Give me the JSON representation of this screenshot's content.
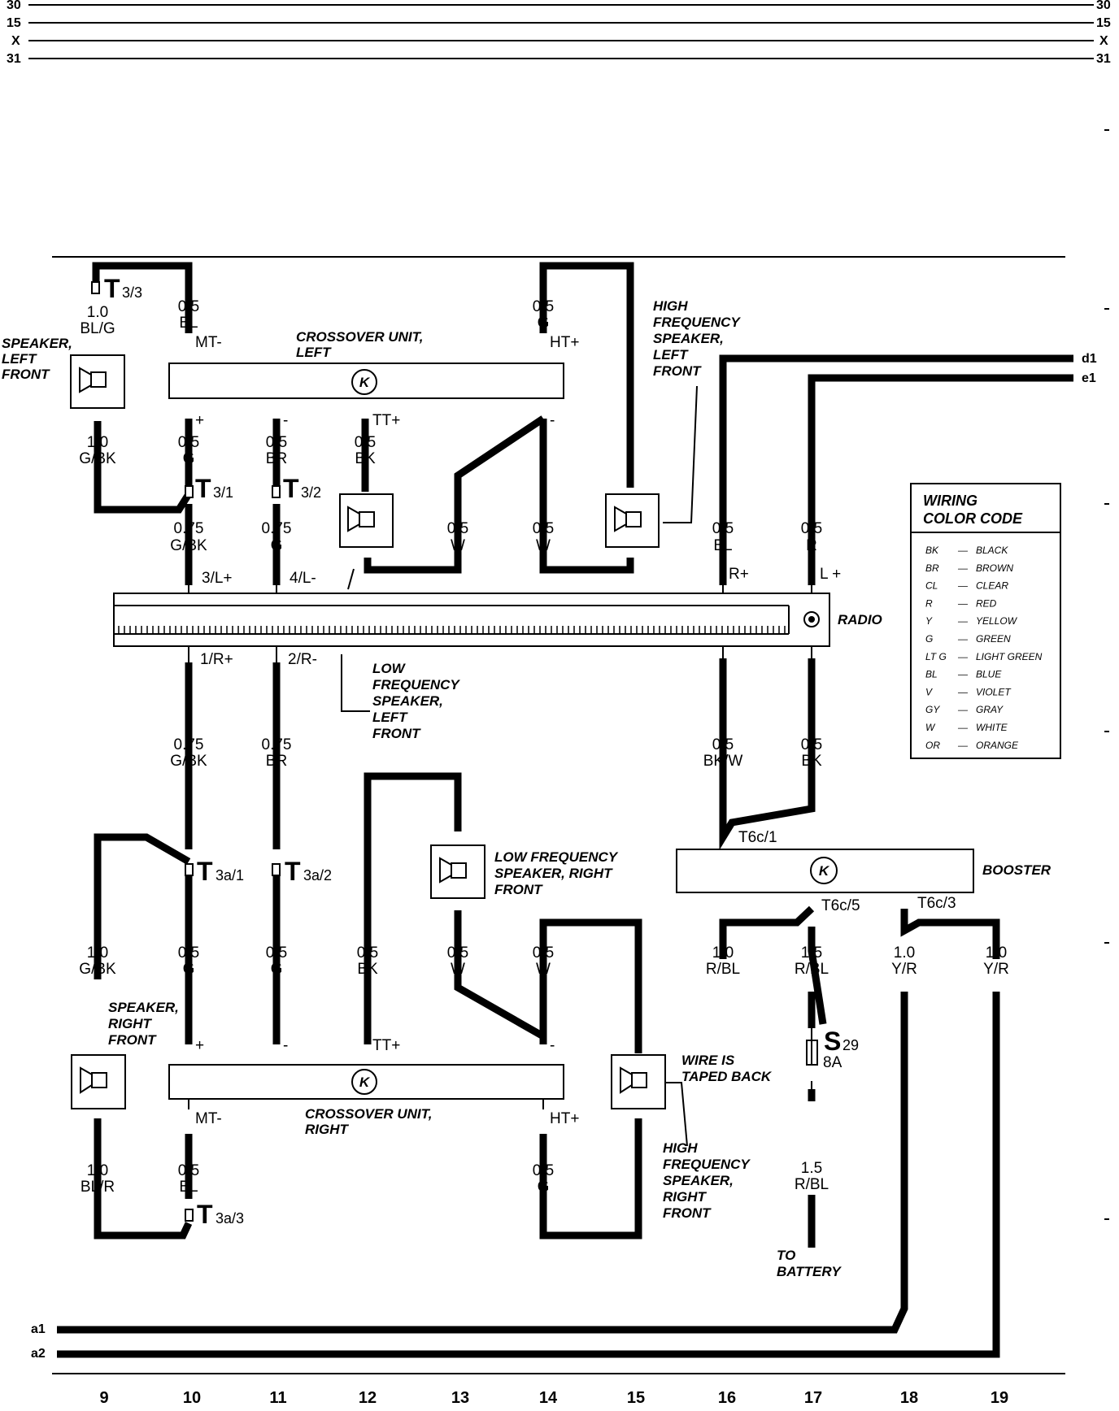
{
  "rails": [
    {
      "left": "30",
      "right": "30"
    },
    {
      "left": "15",
      "right": "15"
    },
    {
      "left": "X",
      "right": "X"
    },
    {
      "left": "31",
      "right": "31"
    }
  ],
  "columns": [
    "9",
    "10",
    "11",
    "12",
    "13",
    "14",
    "15",
    "16",
    "17",
    "18",
    "19"
  ],
  "offpage": {
    "d1": "d1",
    "e1": "e1",
    "a1": "a1",
    "a2": "a2"
  },
  "components": {
    "crossover_left": [
      "CROSSOVER UNIT,",
      "LEFT"
    ],
    "crossover_right": [
      "CROSSOVER UNIT,",
      "RIGHT"
    ],
    "speaker_left_front": [
      "SPEAKER,",
      "LEFT",
      "FRONT"
    ],
    "speaker_right_front": [
      "SPEAKER,",
      "RIGHT",
      "FRONT"
    ],
    "hf_left": [
      "HIGH",
      "FREQUENCY",
      "SPEAKER,",
      "LEFT",
      "FRONT"
    ],
    "hf_right": [
      "HIGH",
      "FREQUENCY",
      "SPEAKER,",
      "RIGHT",
      "FRONT"
    ],
    "lf_left": [
      "LOW",
      "FREQUENCY",
      "SPEAKER,",
      "LEFT",
      "FRONT"
    ],
    "lf_right": [
      "LOW FREQUENCY",
      "SPEAKER, RIGHT",
      "FRONT"
    ],
    "radio": "RADIO",
    "booster": "BOOSTER",
    "wire_taped": [
      "WIRE IS",
      "TAPED BACK"
    ],
    "to_battery": [
      "TO",
      "BATTERY"
    ],
    "crossover_symbol": "K"
  },
  "connectors": {
    "t33": {
      "main": "T",
      "sub": "3/3"
    },
    "t31": {
      "main": "T",
      "sub": "3/1"
    },
    "t32": {
      "main": "T",
      "sub": "3/2"
    },
    "t3a1": {
      "main": "T",
      "sub": "3a/1"
    },
    "t3a2": {
      "main": "T",
      "sub": "3a/2"
    },
    "t3a3": {
      "main": "T",
      "sub": "3a/3"
    },
    "t6c1": "T6c/1",
    "t6c5": "T6c/5",
    "t6c3": "T6c/3",
    "fuse": {
      "main": "S",
      "sub": "29",
      "rating": "8A"
    }
  },
  "pins": {
    "mt_left": "MT-",
    "ht_left": "HT+",
    "plus_left": "+",
    "minus_left": "-",
    "tt_left": "TT+",
    "minus_left2": "-",
    "mt_right": "MT-",
    "ht_right": "HT+",
    "plus_right": "+",
    "minus_right": "-",
    "tt_right": "TT+",
    "minus_right2": "-",
    "radio_3l": "3/L+",
    "radio_4l": "4/L-",
    "radio_1r": "1/R+",
    "radio_2r": "2/R-",
    "radio_r": "R+",
    "radio_l": "L +"
  },
  "wires": {
    "w1": [
      "1.0",
      "BL/G"
    ],
    "w2": [
      "0.5",
      "BL"
    ],
    "w3": [
      "0.5",
      "G"
    ],
    "w4": [
      "1.0",
      "G/BK"
    ],
    "w5": [
      "0.5",
      "G"
    ],
    "w6": [
      "0.5",
      "BR"
    ],
    "w7": [
      "0.5",
      "BK"
    ],
    "w8": [
      "0.75",
      "G/BK"
    ],
    "w9": [
      "0.75",
      "G"
    ],
    "w10": [
      "0.5",
      "W"
    ],
    "w11": [
      "0.5",
      "W"
    ],
    "w12": [
      "0.5",
      "BL"
    ],
    "w13": [
      "0.5",
      "R"
    ],
    "w14": [
      "0.75",
      "G/BK"
    ],
    "w15": [
      "0.75",
      "BR"
    ],
    "w16": [
      "0.5",
      "BK/W"
    ],
    "w17": [
      "0.5",
      "BK"
    ],
    "w18": [
      "1.0",
      "G/BK"
    ],
    "w19": [
      "0.5",
      "G"
    ],
    "w20": [
      "0.5",
      "G"
    ],
    "w21": [
      "0.5",
      "BK"
    ],
    "w22": [
      "0.5",
      "W"
    ],
    "w23": [
      "0.5",
      "W"
    ],
    "w24": [
      "1.0",
      "R/BL"
    ],
    "w25": [
      "1.5",
      "R/BL"
    ],
    "w26": [
      "1.0",
      "Y/R"
    ],
    "w27": [
      "1.0",
      "Y/R"
    ],
    "w28": [
      "1.0",
      "BL/R"
    ],
    "w29": [
      "0.5",
      "BL"
    ],
    "w30": [
      "0.5",
      "G"
    ],
    "w31": [
      "1.5",
      "R/BL"
    ]
  },
  "legend": {
    "title": [
      "WIRING",
      "COLOR CODE"
    ],
    "entries": [
      {
        "code": "BK",
        "dash": "—",
        "name": "BLACK"
      },
      {
        "code": "BR",
        "dash": "—",
        "name": "BROWN"
      },
      {
        "code": "CL",
        "dash": "—",
        "name": "CLEAR"
      },
      {
        "code": "R",
        "dash": "—",
        "name": "RED"
      },
      {
        "code": "Y",
        "dash": "—",
        "name": "YELLOW"
      },
      {
        "code": "G",
        "dash": "—",
        "name": "GREEN"
      },
      {
        "code": "LT G",
        "dash": "—",
        "name": "LIGHT GREEN"
      },
      {
        "code": "BL",
        "dash": "—",
        "name": "BLUE"
      },
      {
        "code": "V",
        "dash": "—",
        "name": "VIOLET"
      },
      {
        "code": "GY",
        "dash": "—",
        "name": "GRAY"
      },
      {
        "code": "W",
        "dash": "—",
        "name": "WHITE"
      },
      {
        "code": "OR",
        "dash": "—",
        "name": "ORANGE"
      }
    ]
  }
}
